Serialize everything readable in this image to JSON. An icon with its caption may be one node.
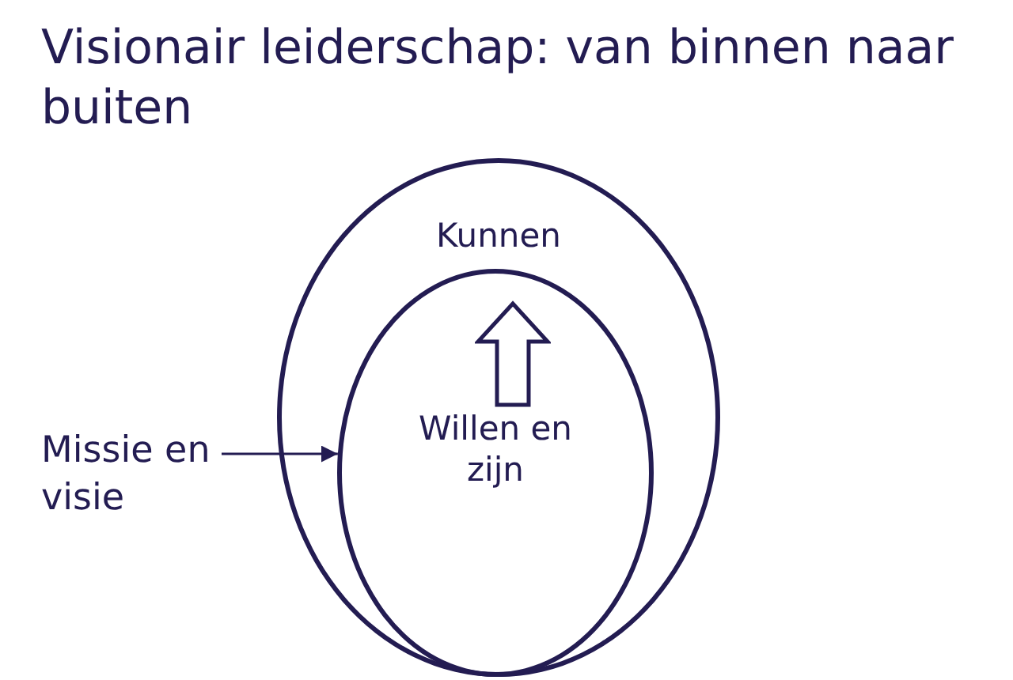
{
  "diagram": {
    "title": "Visionair leiderschap: van binnen naar buiten",
    "nodes": [
      {
        "text": [
          "Kunnen"
        ]
      },
      {
        "text": [
          "Willen en zijn"
        ],
        "in": 0
      },
      {
        "text": [
          "Missie en visie"
        ]
      }
    ],
    "edges": [
      {
        "from": 2,
        "to": 1,
        "arrow": "to"
      }
    ]
  }
}
